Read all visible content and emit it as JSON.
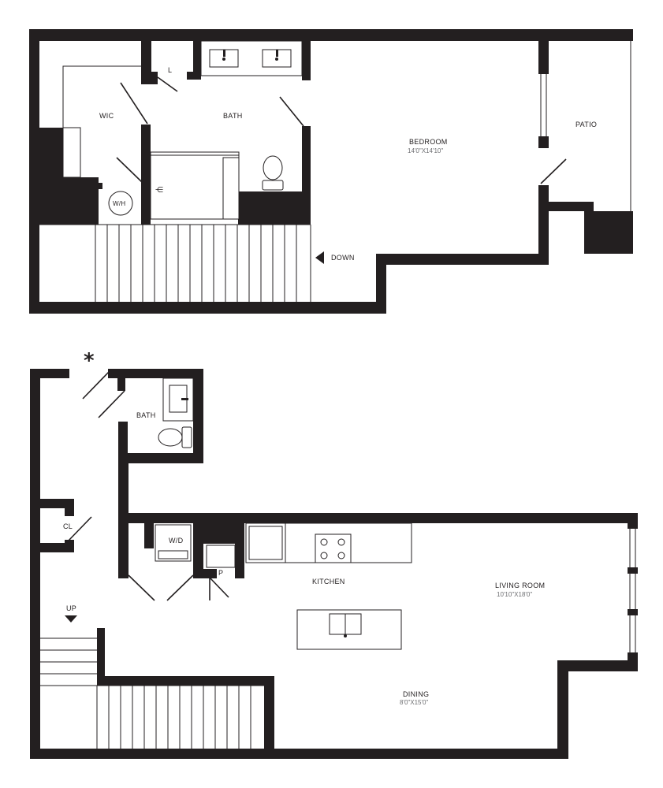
{
  "upper_floor": {
    "wic": {
      "label": "WIC"
    },
    "linen": {
      "label": "L"
    },
    "bath": {
      "label": "BATH"
    },
    "water_heater": {
      "label": "W/H"
    },
    "bedroom": {
      "label": "BEDROOM",
      "dim": "14'0\"X14'10\""
    },
    "patio": {
      "label": "PATIO"
    },
    "stairs": {
      "label": "DOWN"
    }
  },
  "lower_floor": {
    "bath": {
      "label": "BATH"
    },
    "closet": {
      "label": "CL"
    },
    "washer_dryer": {
      "label": "W/D"
    },
    "pantry": {
      "label": "P"
    },
    "kitchen": {
      "label": "KITCHEN"
    },
    "living_room": {
      "label": "LIVING ROOM",
      "dim": "10'10\"X18'0\""
    },
    "dining": {
      "label": "DINING",
      "dim": "8'0\"X15'0\""
    },
    "stairs": {
      "label": "UP"
    }
  },
  "entry_marker": "*",
  "colors": {
    "wall": "#231f20",
    "dim_text": "#6d6e71",
    "background": "#ffffff"
  }
}
